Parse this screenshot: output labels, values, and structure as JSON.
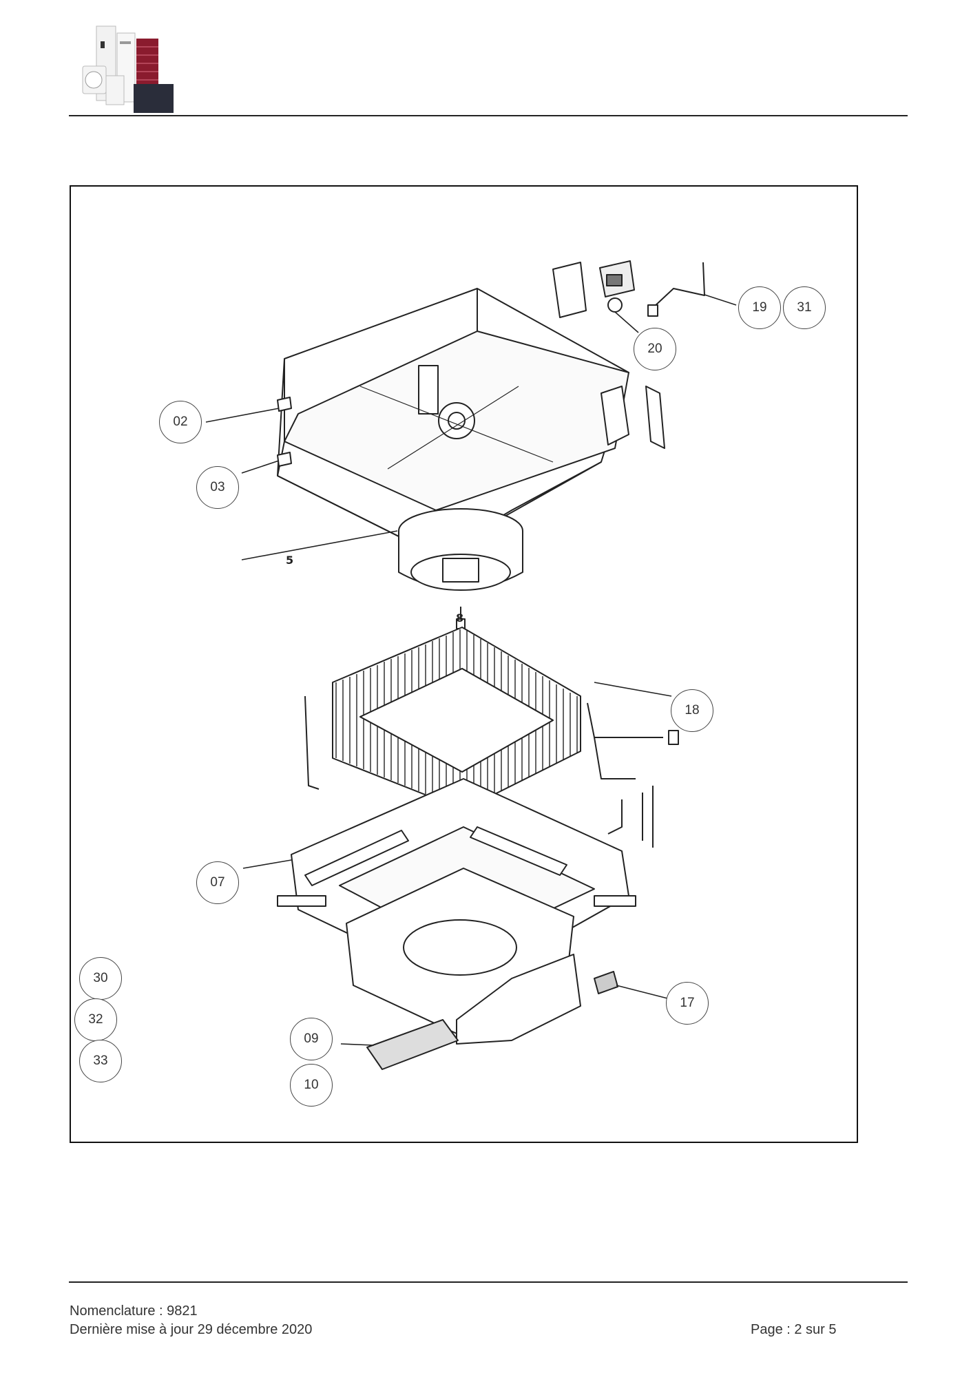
{
  "header": {
    "logo": "product-range-logo"
  },
  "diagram": {
    "callouts": [
      "19",
      "31",
      "20",
      "02",
      "03",
      "18",
      "07",
      "30",
      "32",
      "33",
      "17",
      "09",
      "10"
    ],
    "plain_labels": [
      "5",
      "8"
    ]
  },
  "footer": {
    "nomenclature": "Nomenclature : 9821",
    "updated": "Dernière mise à jour 29 décembre 2020",
    "page": "Page : 2 sur 5"
  }
}
